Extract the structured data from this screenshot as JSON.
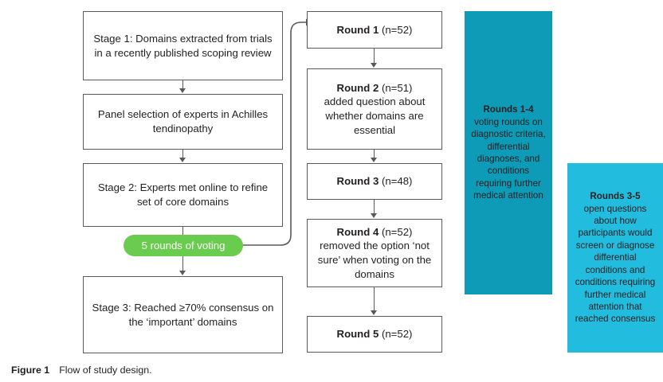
{
  "figure": {
    "caption_label": "Figure 1",
    "caption_text": "Flow of study design."
  },
  "colors": {
    "box_border": "#58595b",
    "box_fill": "#ffffff",
    "pill_green": "#6ACC4E",
    "panel_teal": "#0E9BB8",
    "panel_cyan": "#22BCDE",
    "text": "#231f20",
    "pill_text": "#ffffff"
  },
  "left_column": {
    "stage1": "Stage 1: Domains extracted from trials in a recently published scoping review",
    "panel_selection": "Panel selection of experts in Achilles tendinopathy",
    "stage2": "Stage 2: Experts met online to refine set of core domains",
    "voting_pill": "5 rounds of voting",
    "stage3": "Stage 3: Reached ≥70% consensus on the ‘important’ domains"
  },
  "middle_column": {
    "rounds": [
      {
        "head": "Round 1",
        "n": "(n=52)",
        "detail": ""
      },
      {
        "head": "Round 2",
        "n": "(n=51)",
        "detail": "added question about whether domains are essential"
      },
      {
        "head": "Round 3",
        "n": "(n=48)",
        "detail": ""
      },
      {
        "head": "Round 4",
        "n": "(n=52)",
        "detail": "removed the option ‘not sure’ when voting on the domains"
      },
      {
        "head": "Round 5",
        "n": "(n=52)",
        "detail": ""
      }
    ]
  },
  "side_panels": {
    "rounds_1_4": {
      "head": "Rounds 1-4",
      "detail": "voting rounds on diagnostic criteria, differential diagnoses, and conditions requiring further medical attention"
    },
    "rounds_3_5": {
      "head": "Rounds 3-5",
      "detail": "open questions about how participants would screen or diagnose differential conditions and conditions requiring further medical attention that reached consensus"
    }
  }
}
